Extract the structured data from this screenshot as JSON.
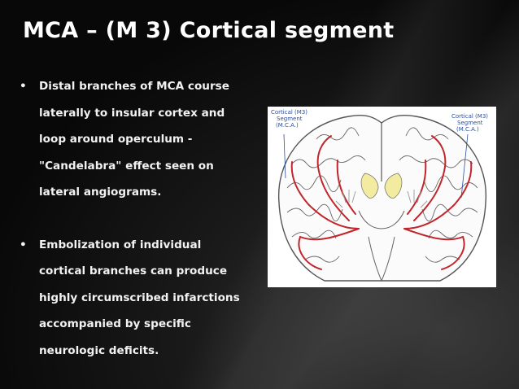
{
  "slide": {
    "title": "MCA – (M 3) Cortical segment",
    "bullets": [
      {
        "marker": "•",
        "lines": [
          "Distal branches of MCA course",
          "laterally to insular cortex and",
          "loop around operculum -",
          "\"Candelabra\" effect seen on",
          "lateral angiograms."
        ]
      },
      {
        "marker": "•",
        "lines": [
          "Embolization of individual",
          "cortical branches can produce",
          "highly circumscribed infarctions",
          "accompanied by specific",
          "neurologic deficits."
        ]
      }
    ]
  },
  "figure": {
    "label_left": [
      "Cortical (M3)",
      "Segment",
      "(M.C.A.)"
    ],
    "label_right": [
      "Cortical (M3)",
      "Segment",
      "(M.C.A.)"
    ],
    "colors": {
      "artery": "#c0262b",
      "label": "#2b4ea0",
      "ventricle": "#f3eca0",
      "outline": "#555555"
    }
  }
}
